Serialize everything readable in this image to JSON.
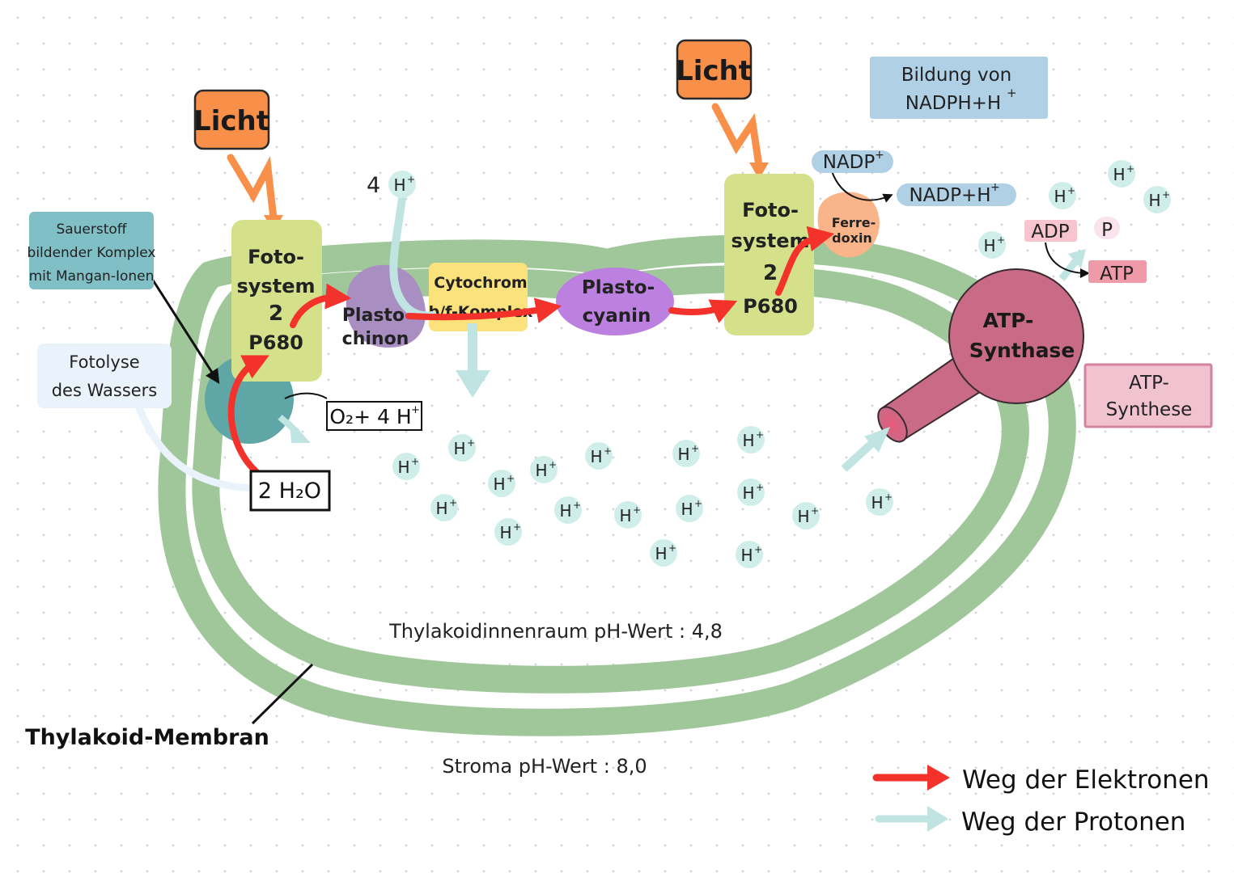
{
  "colors": {
    "membrane": "#9fc79a",
    "electron_arrow": "#f2322b",
    "proton_arrow": "#bfe4e1",
    "licht_box": "#f8904a",
    "photosystem": "#d4e08a",
    "plastochinon": "#a98ec2",
    "cytochrom": "#fbe27c",
    "plastocyanin": "#bb80e0",
    "ferredoxin": "#f9b589",
    "atp_synthase": "#c96a87",
    "oec": "#5fa6a6",
    "proton_circle": "#cfeeea"
  },
  "labels": {
    "licht_1": "Licht",
    "licht_2": "Licht",
    "ps_left": [
      "Foto-",
      "system",
      "2",
      "P680"
    ],
    "ps_right": [
      "Foto-",
      "system",
      "2",
      "P680"
    ],
    "plastochinon": [
      "Plasto-",
      "chinon"
    ],
    "cytochrom": [
      "Cytochrom",
      "b/f-Komplex"
    ],
    "plastocyanin": [
      "Plasto-",
      "cyanin"
    ],
    "ferredoxin": [
      "Ferre-",
      "doxin"
    ],
    "atp_synthase": [
      "ATP-",
      "Synthase"
    ],
    "sauerstoff": [
      "Sauerstoff",
      "bildender Komplex",
      "mit Mangan-Ionen"
    ],
    "fotolyse": [
      "Fotolyse",
      "des Wassers"
    ],
    "bildung": [
      "Bildung von",
      "NADPH+H"
    ],
    "bildung_sup": "+",
    "atp_synthese": [
      "ATP-",
      "Synthese"
    ],
    "nadp": "NADP",
    "nadp_sup": "+",
    "nadph": "NADP+H",
    "nadph_sup": "+",
    "adp": "ADP",
    "p": "P",
    "atp": "ATP",
    "four_h": "4",
    "o2": "O₂+ 4 H",
    "o2_sup": "+",
    "water": "2 H₂O",
    "h_ion": "H",
    "h_sup": "+",
    "innenraum": "Thylakoidinnenraum pH-Wert : 4,8",
    "stroma": "Stroma pH-Wert : 8,0",
    "membran": "Thylakoid-Membran",
    "legend_electrons": "Weg der Elektronen",
    "legend_protons": "Weg der Protonen"
  }
}
